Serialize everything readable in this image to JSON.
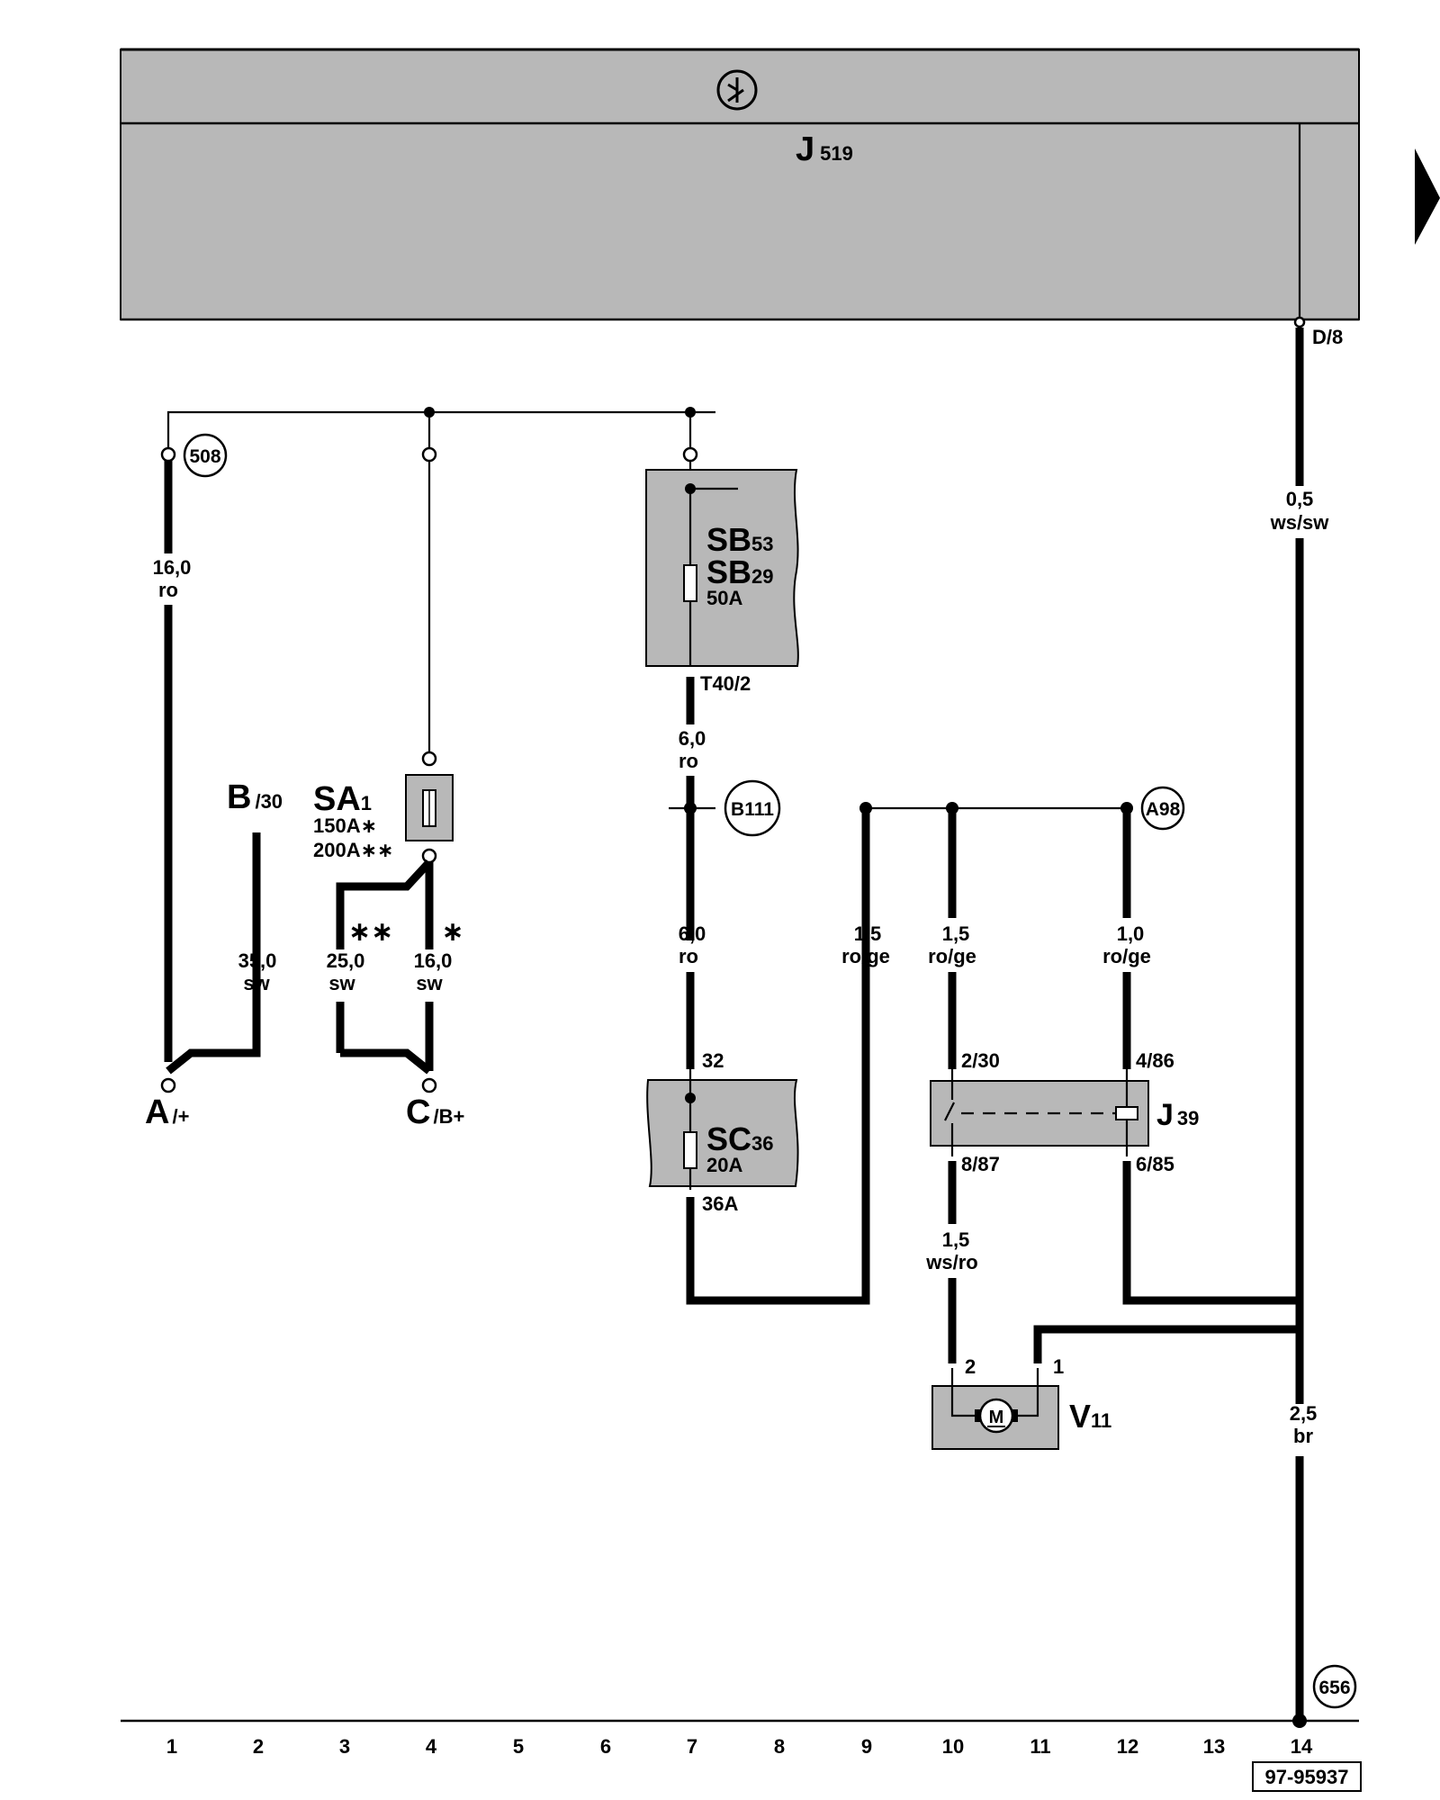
{
  "components": {
    "j519": {
      "main": "J",
      "sub": "519"
    },
    "sb": {
      "line1_main": "SB",
      "line1_sub": "53",
      "line2_main": "SB",
      "line2_sub": "29",
      "rating": "50A"
    },
    "sc": {
      "main": "SC",
      "sub": "36",
      "rating": "20A"
    },
    "sa": {
      "main": "SA",
      "sub": "1",
      "rating1": "150A∗",
      "rating2": "200A∗∗"
    },
    "j39": {
      "main": "J",
      "sub": "39"
    },
    "v11": {
      "main": "V",
      "sub": "11",
      "motor": "M"
    }
  },
  "terminals": {
    "a": {
      "main": "A",
      "sub": "/+"
    },
    "b": {
      "main": "B",
      "sub": "/30"
    },
    "c": {
      "main": "C",
      "sub": "/B+"
    }
  },
  "pins": {
    "d8": "D/8",
    "t40_2": "T40/2",
    "p32": "32",
    "p36a": "36A",
    "p2_30": "2/30",
    "p4_86": "4/86",
    "p8_87": "8/87",
    "p6_85": "6/85",
    "m2": "2",
    "m1": "1"
  },
  "wires": [
    {
      "size": "16,0",
      "color": "ro"
    },
    {
      "size": "35,0",
      "color": "sw"
    },
    {
      "size": "25,0",
      "color": "sw"
    },
    {
      "size": "16,0",
      "color": "sw"
    },
    {
      "size": "6,0",
      "color": "ro"
    },
    {
      "size": "6,0",
      "color": "ro"
    },
    {
      "size": "1,5",
      "color": "ro/ge"
    },
    {
      "size": "1,5",
      "color": "ro/ge"
    },
    {
      "size": "1,0",
      "color": "ro/ge"
    },
    {
      "size": "1,5",
      "color": "ws/ro"
    },
    {
      "size": "0,5",
      "color": "ws/sw"
    },
    {
      "size": "2,5",
      "color": "br"
    }
  ],
  "marks": {
    "double_star": "∗∗",
    "single_star": "∗"
  },
  "references": {
    "r508": "508",
    "b111": "B111",
    "a98": "A98",
    "r656": "656"
  },
  "columns": [
    "1",
    "2",
    "3",
    "4",
    "5",
    "6",
    "7",
    "8",
    "9",
    "10",
    "11",
    "12",
    "13",
    "14"
  ],
  "diagram_id": "97-95937"
}
